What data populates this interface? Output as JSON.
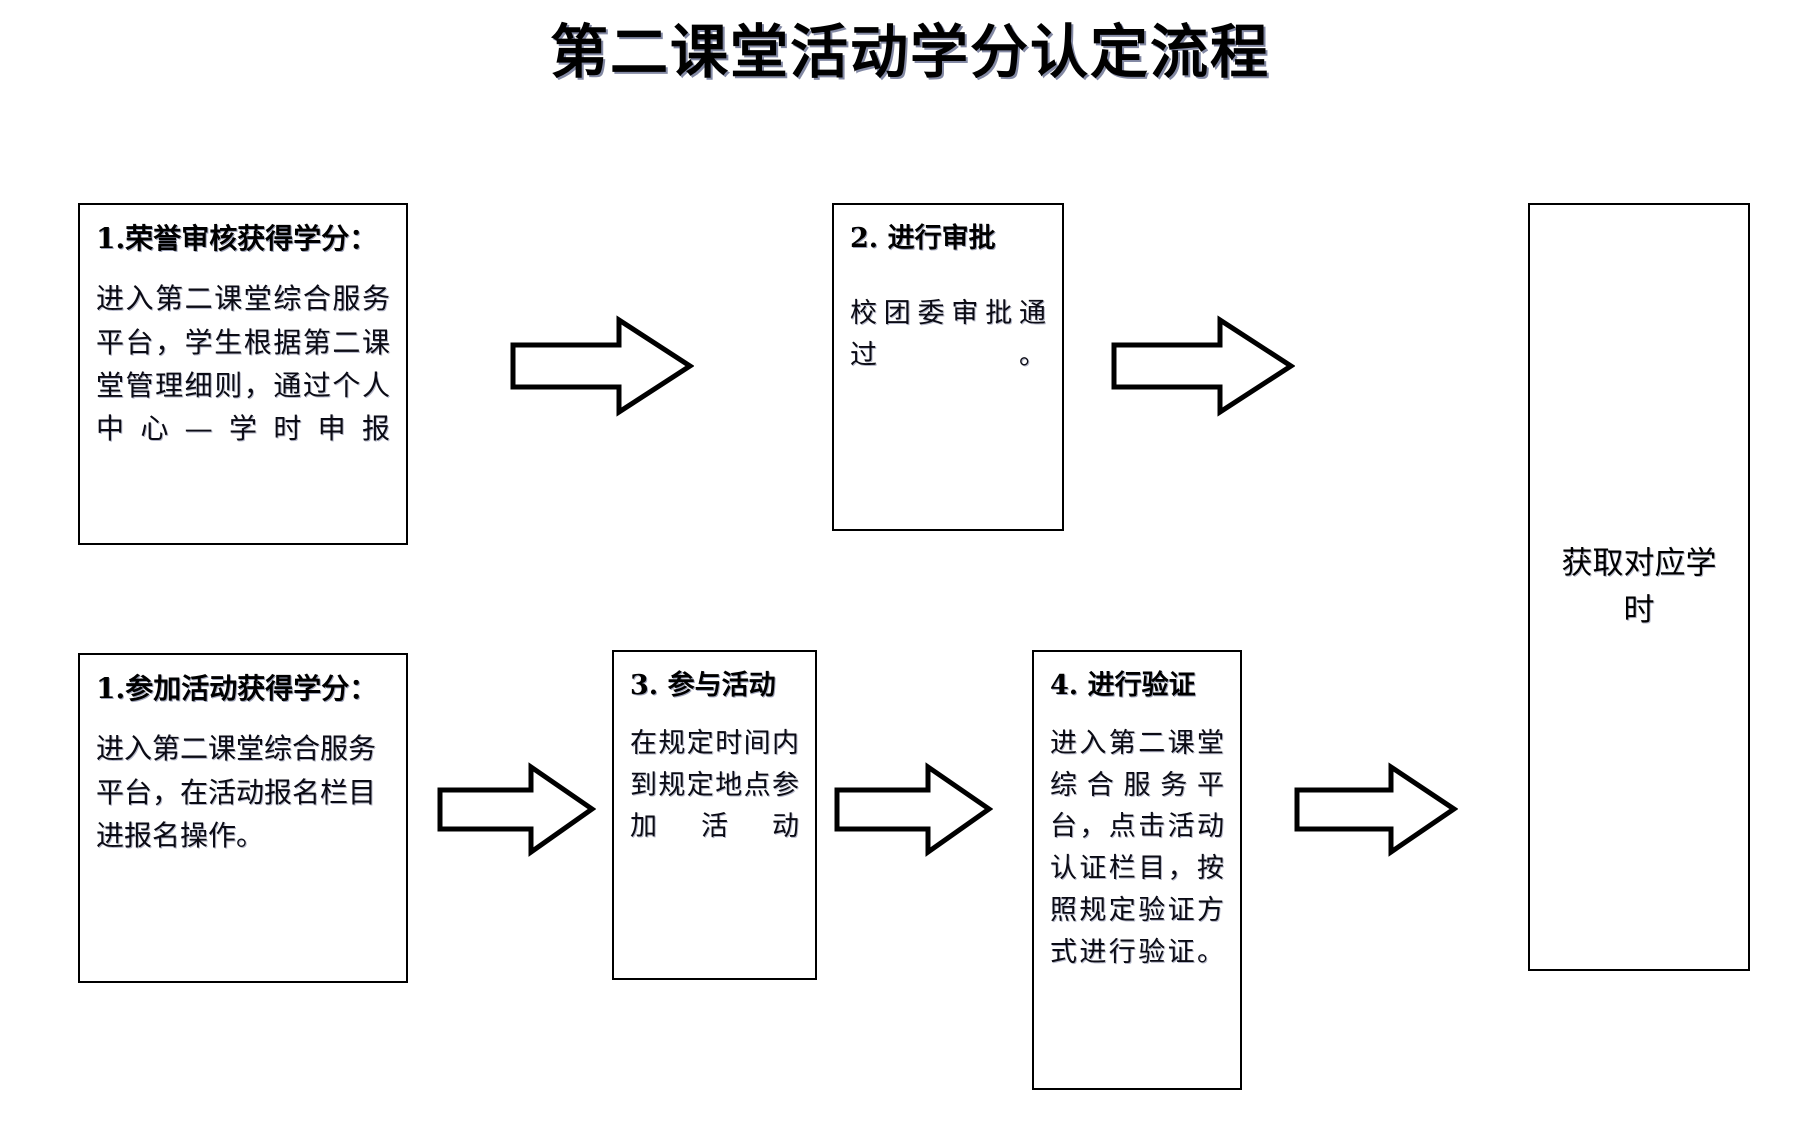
{
  "page": {
    "title": "第二课堂活动学分认定流程",
    "background_color": "#ffffff",
    "line_color": "#000000",
    "text_color": "#000000"
  },
  "flow": {
    "boxes": [
      {
        "id": "honor",
        "name": "box-honor-credit",
        "header": "1.荣誉审核获得学分：",
        "body": "进入第二课堂综合服务平台，学生根据第二课堂管理细则，通过个人中心—学时申报"
      },
      {
        "id": "approve",
        "name": "box-approval",
        "header": "2.  进行审批",
        "body": "校团委审批通过。"
      },
      {
        "id": "join",
        "name": "box-join-activity-credit",
        "header": "1.参加活动获得学分：",
        "body": "进入第二课堂综合服务平台，在活动报名栏目进报名操作。"
      },
      {
        "id": "participate",
        "name": "box-participate",
        "header": "3.  参与活动",
        "body": "在规定时间内到规定地点参加活动"
      },
      {
        "id": "verify",
        "name": "box-verify",
        "header": "4.  进行验证",
        "body": "进入第二课堂综合服务平台，点击活动认证栏目，按照规定验证方式进行验证。"
      },
      {
        "id": "result",
        "name": "box-result",
        "text": "获取对应学时"
      }
    ],
    "arrows": [
      {
        "id": "arrow-1",
        "name": "arrow-honor-to-approval",
        "direction": "right"
      },
      {
        "id": "arrow-2",
        "name": "arrow-approval-to-result",
        "direction": "right"
      },
      {
        "id": "arrow-3",
        "name": "arrow-join-to-participate",
        "direction": "right"
      },
      {
        "id": "arrow-4",
        "name": "arrow-participate-to-verify",
        "direction": "right"
      },
      {
        "id": "arrow-5",
        "name": "arrow-verify-to-result",
        "direction": "right"
      }
    ]
  }
}
